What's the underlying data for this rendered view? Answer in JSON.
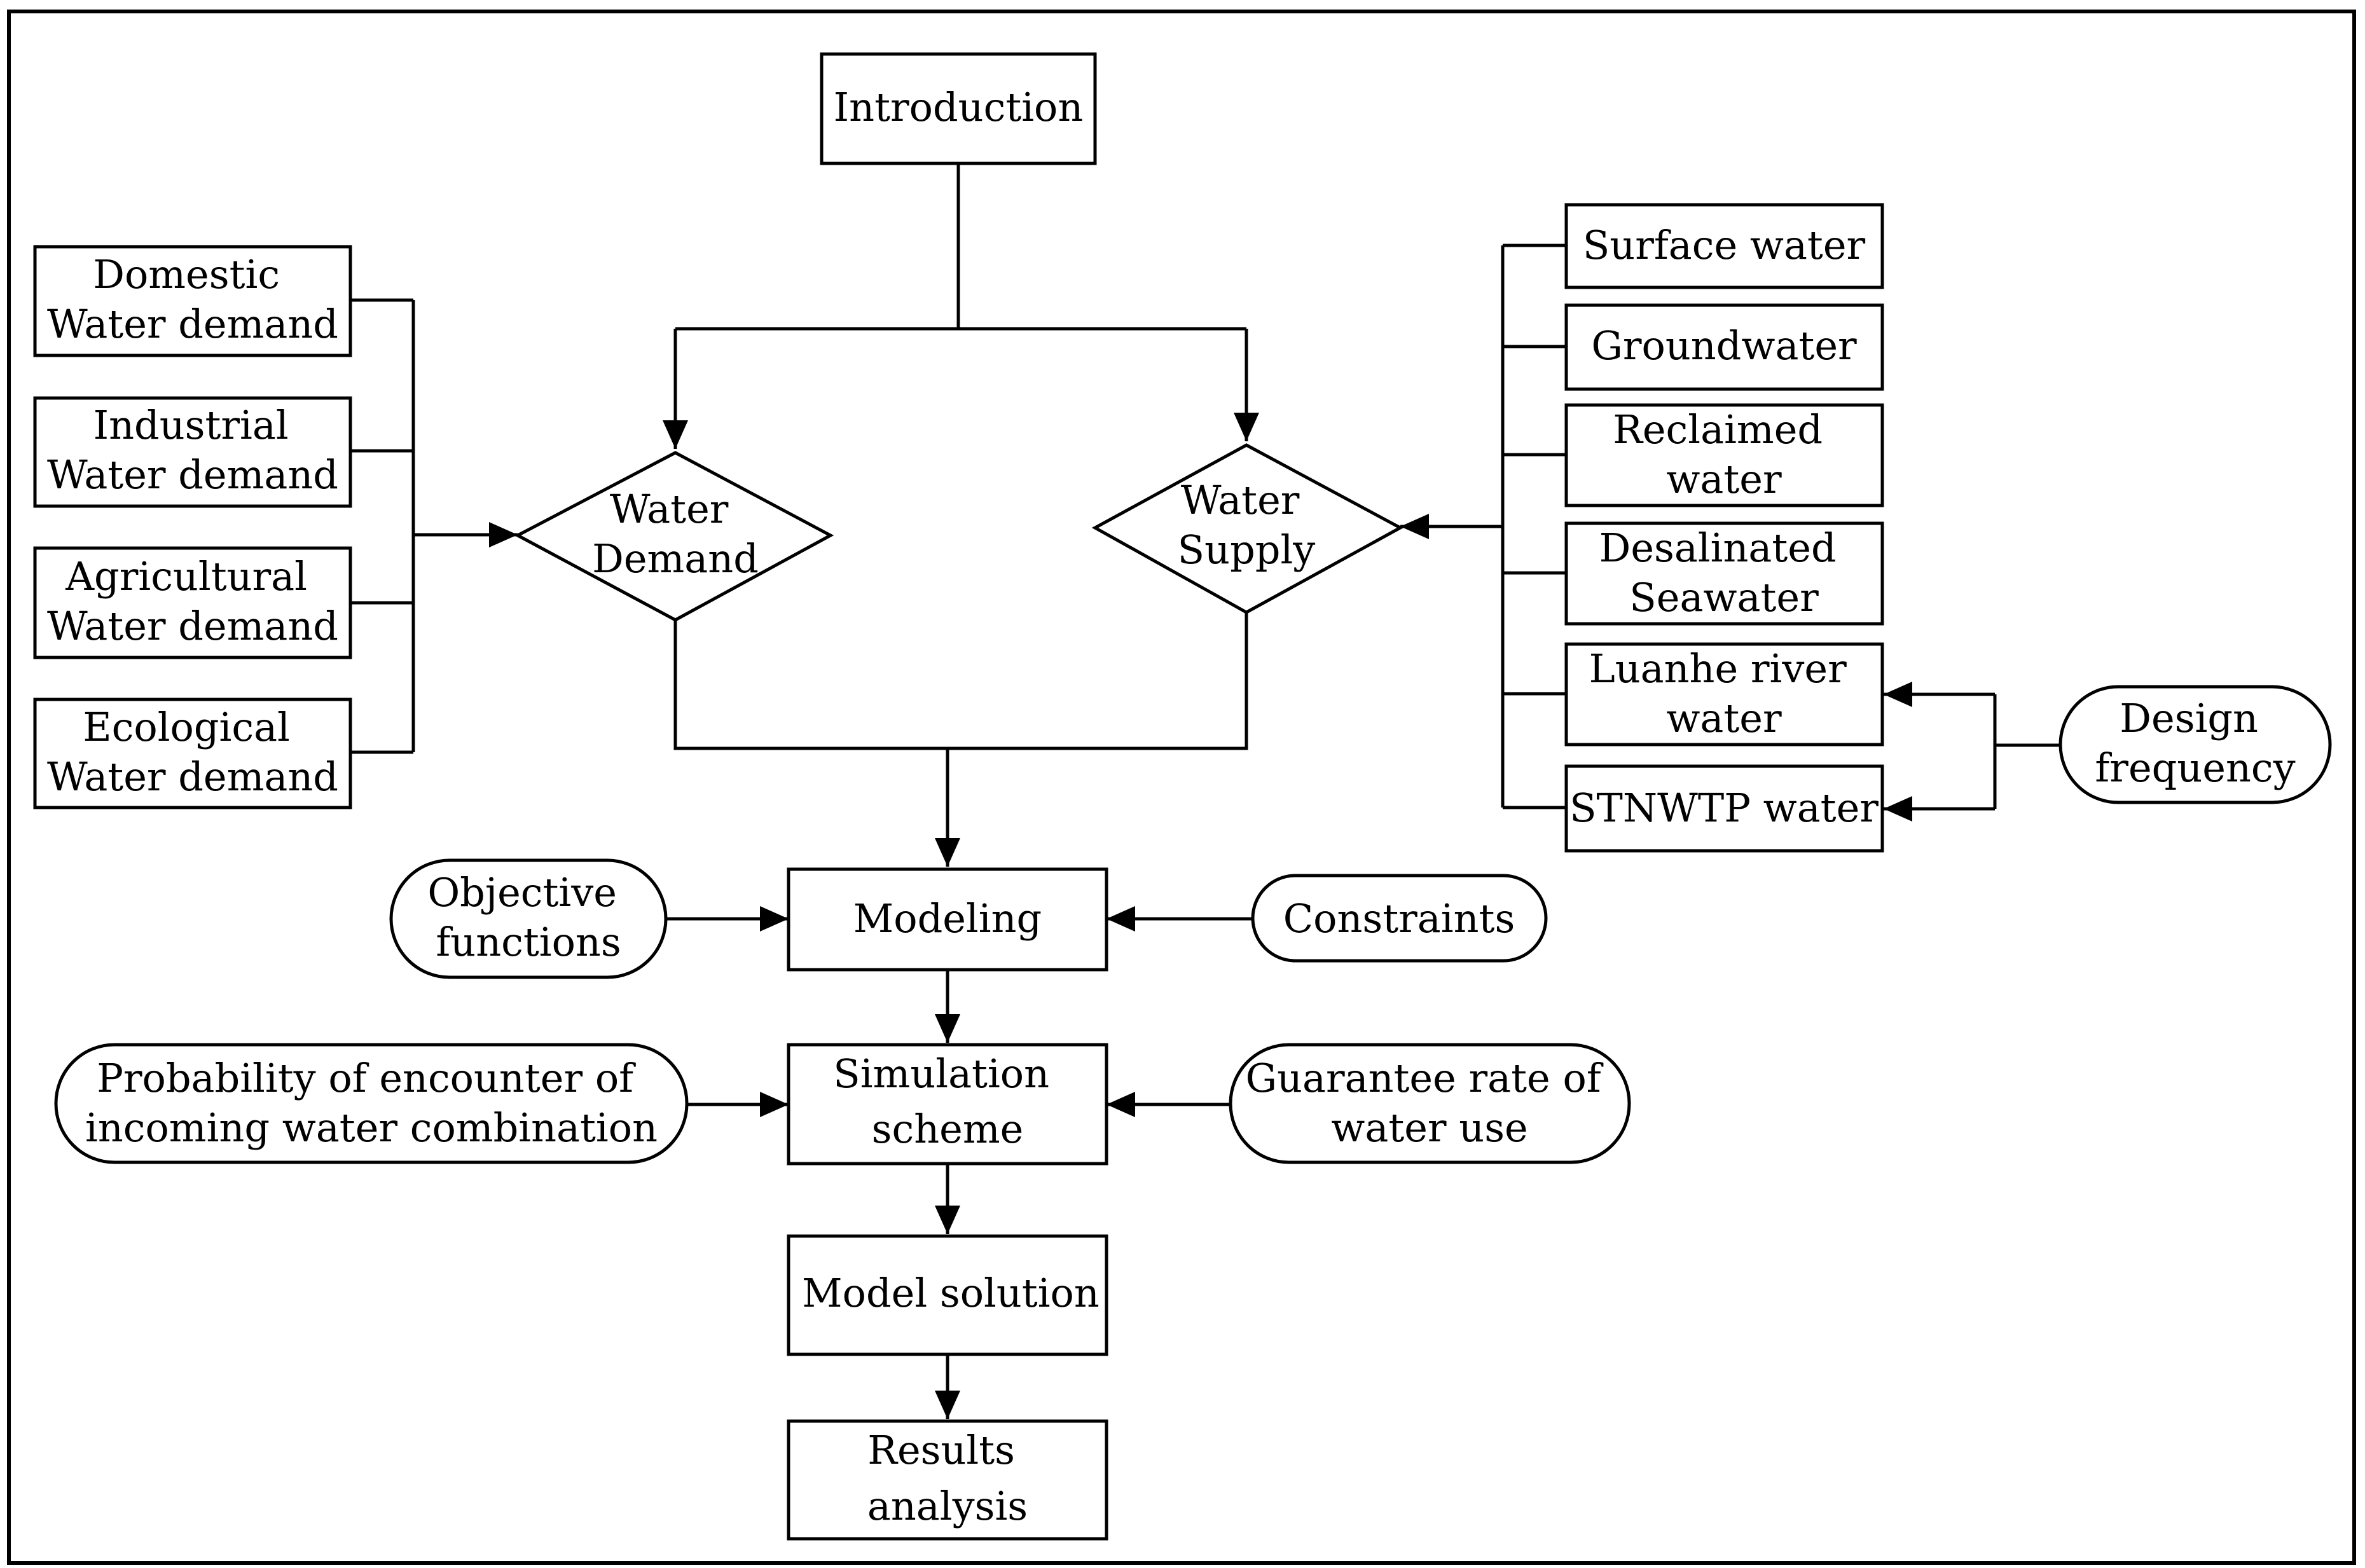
{
  "nodes": {
    "introduction": {
      "lines": [
        "Introduction"
      ]
    },
    "water_demand": {
      "lines": [
        "Water",
        "Demand"
      ]
    },
    "water_supply": {
      "lines": [
        "Water",
        "Supply"
      ]
    },
    "domestic": {
      "lines": [
        "Domestic",
        "Water demand"
      ]
    },
    "industrial": {
      "lines": [
        "Industrial",
        "Water demand"
      ]
    },
    "agricultural": {
      "lines": [
        "Agricultural",
        "Water demand"
      ]
    },
    "ecological": {
      "lines": [
        "Ecological",
        "Water demand"
      ]
    },
    "surface_water": {
      "lines": [
        "Surface water"
      ]
    },
    "groundwater": {
      "lines": [
        "Groundwater"
      ]
    },
    "reclaimed_water": {
      "lines": [
        "Reclaimed",
        "water"
      ]
    },
    "desalinated_seawater": {
      "lines": [
        "Desalinated",
        "Seawater"
      ]
    },
    "luanhe_river_water": {
      "lines": [
        "Luanhe river",
        "water"
      ]
    },
    "stnwtp_water": {
      "lines": [
        "STNWTP water"
      ]
    },
    "design_frequency": {
      "lines": [
        "Design",
        "frequency"
      ]
    },
    "modeling": {
      "lines": [
        "Modeling"
      ]
    },
    "objective_functions": {
      "lines": [
        "Objective",
        "functions"
      ]
    },
    "constraints": {
      "lines": [
        "Constraints"
      ]
    },
    "simulation_scheme": {
      "lines": [
        "Simulation",
        "scheme"
      ]
    },
    "probability_encounter": {
      "lines": [
        "Probability of encounter of",
        "incoming water combination"
      ]
    },
    "guarantee_rate": {
      "lines": [
        "Guarantee rate of",
        "water use"
      ]
    },
    "model_solution": {
      "lines": [
        "Model solution"
      ]
    },
    "results_analysis": {
      "lines": [
        "Results",
        "analysis"
      ]
    }
  }
}
